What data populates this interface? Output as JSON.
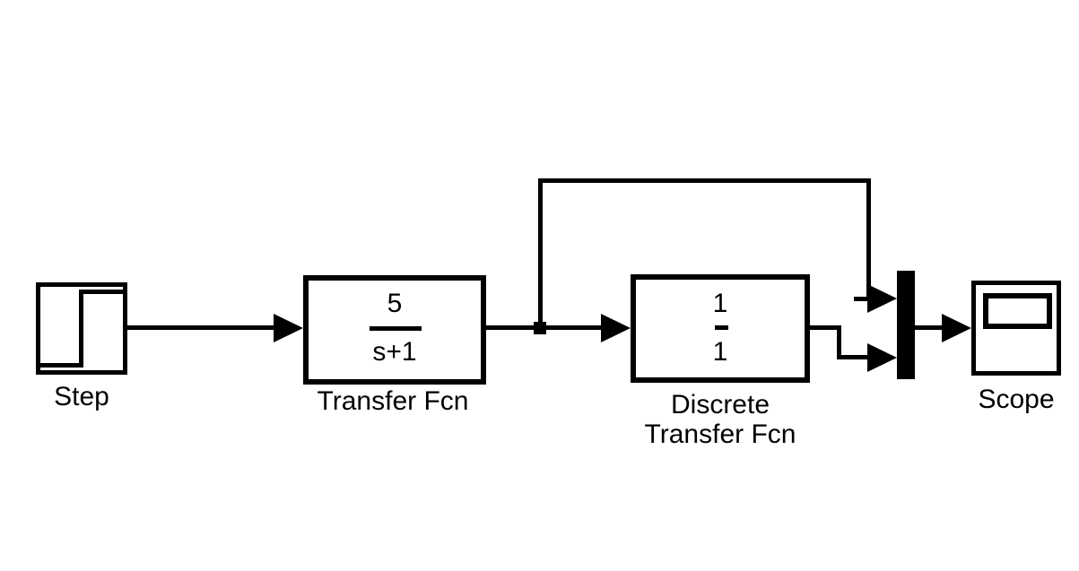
{
  "canvas": {
    "background": "#ffffff",
    "stroke": "#000000"
  },
  "blocks": {
    "step": {
      "label": "Step"
    },
    "transfer_fcn": {
      "label": "Transfer Fcn",
      "numerator": "5",
      "denominator": "s+1"
    },
    "discrete_transfer_fcn": {
      "label_line1": "Discrete",
      "label_line2": "Transfer Fcn",
      "numerator": "1",
      "denominator": "1"
    },
    "mux": {
      "icon": "mux-bar"
    },
    "scope": {
      "label": "Scope"
    }
  },
  "connections": [
    {
      "from": "step",
      "to": "transfer_fcn"
    },
    {
      "from": "transfer_fcn",
      "to": "discrete_transfer_fcn"
    },
    {
      "from": "transfer_fcn",
      "to": "mux",
      "port": 1,
      "route": "branch-up-over-top"
    },
    {
      "from": "discrete_transfer_fcn",
      "to": "mux",
      "port": 2
    },
    {
      "from": "mux",
      "to": "scope"
    }
  ]
}
